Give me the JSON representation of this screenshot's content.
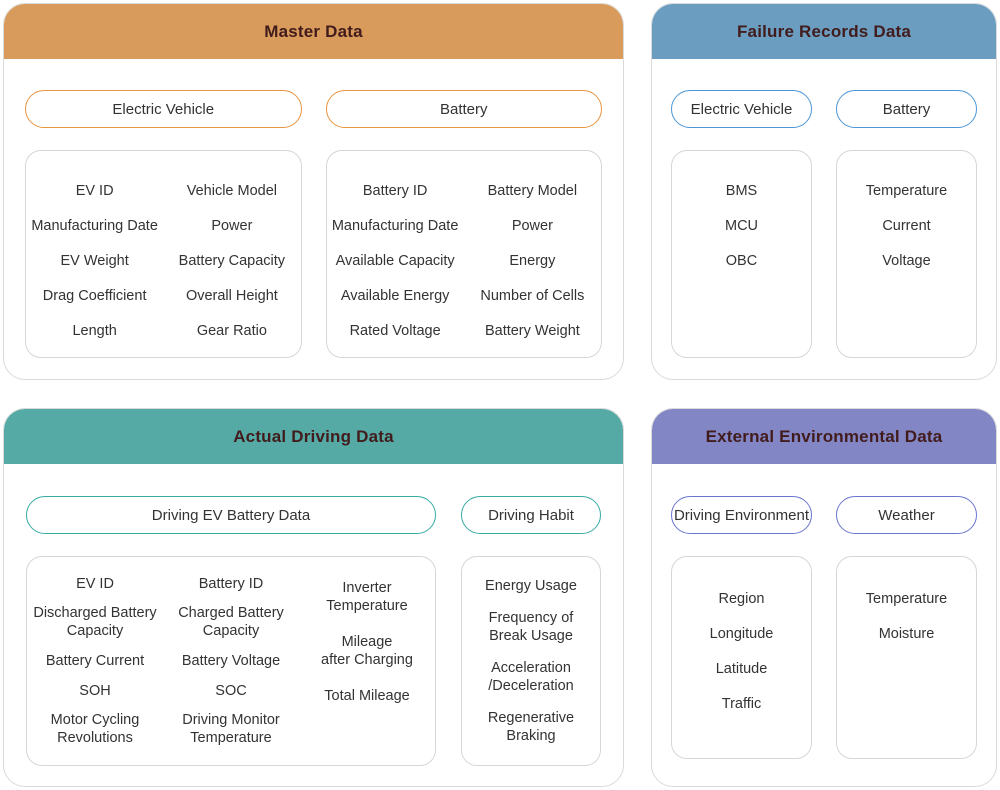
{
  "master": {
    "title": "Master Data",
    "ev_pill": "Electric Vehicle",
    "battery_pill": "Battery",
    "ev_fields_col1": [
      "EV ID",
      "Manufacturing Date",
      "EV Weight",
      "Drag Coefficient",
      "Length"
    ],
    "ev_fields_col2": [
      "Vehicle Model",
      "Power",
      "Battery Capacity",
      "Overall Height",
      "Gear Ratio"
    ],
    "battery_fields_col1": [
      "Battery ID",
      "Manufacturing Date",
      "Available Capacity",
      "Available Energy",
      "Rated Voltage"
    ],
    "battery_fields_col2": [
      "Battery Model",
      "Power",
      "Energy",
      "Number of Cells",
      "Battery Weight"
    ]
  },
  "failure": {
    "title": "Failure Records Data",
    "ev_pill": "Electric Vehicle",
    "battery_pill": "Battery",
    "ev_fields": [
      "BMS",
      "MCU",
      "OBC"
    ],
    "battery_fields": [
      "Temperature",
      "Current",
      "Voltage"
    ]
  },
  "driving": {
    "title": "Actual Driving Data",
    "battery_pill": "Driving EV Battery Data",
    "habit_pill": "Driving Habit",
    "battery_col1": [
      "EV ID",
      "Discharged Battery\nCapacity",
      "Battery Current",
      "SOH",
      "Motor Cycling\nRevolutions"
    ],
    "battery_col2": [
      "Battery ID",
      "Charged Battery\nCapacity",
      "Battery Voltage",
      "SOC",
      "Driving Monitor\nTemperature"
    ],
    "battery_col3": [
      "Inverter\nTemperature",
      "Mileage\nafter Charging",
      "Total Mileage"
    ],
    "habit_fields": [
      "Energy Usage",
      "Frequency of\nBreak Usage",
      "Acceleration\n/Deceleration",
      "Regenerative\nBraking"
    ]
  },
  "environment": {
    "title": "External Environmental Data",
    "env_pill": "Driving Environment",
    "weather_pill": "Weather",
    "env_fields": [
      "Region",
      "Longitude",
      "Latitude",
      "Traffic"
    ],
    "weather_fields": [
      "Temperature",
      "Moisture"
    ]
  },
  "colors": {
    "master_header": "#D99B5C",
    "master_accent": "#E8953F",
    "failure_header": "#6B9DC1",
    "failure_accent": "#4D96D6",
    "driving_header": "#55AAA6",
    "driving_accent": "#35ABA4",
    "environment_header": "#8286C5",
    "environment_accent": "#6A75CC",
    "title_text": "#421C1C",
    "field_text": "#333333",
    "box_border": "#D6D6D6"
  }
}
